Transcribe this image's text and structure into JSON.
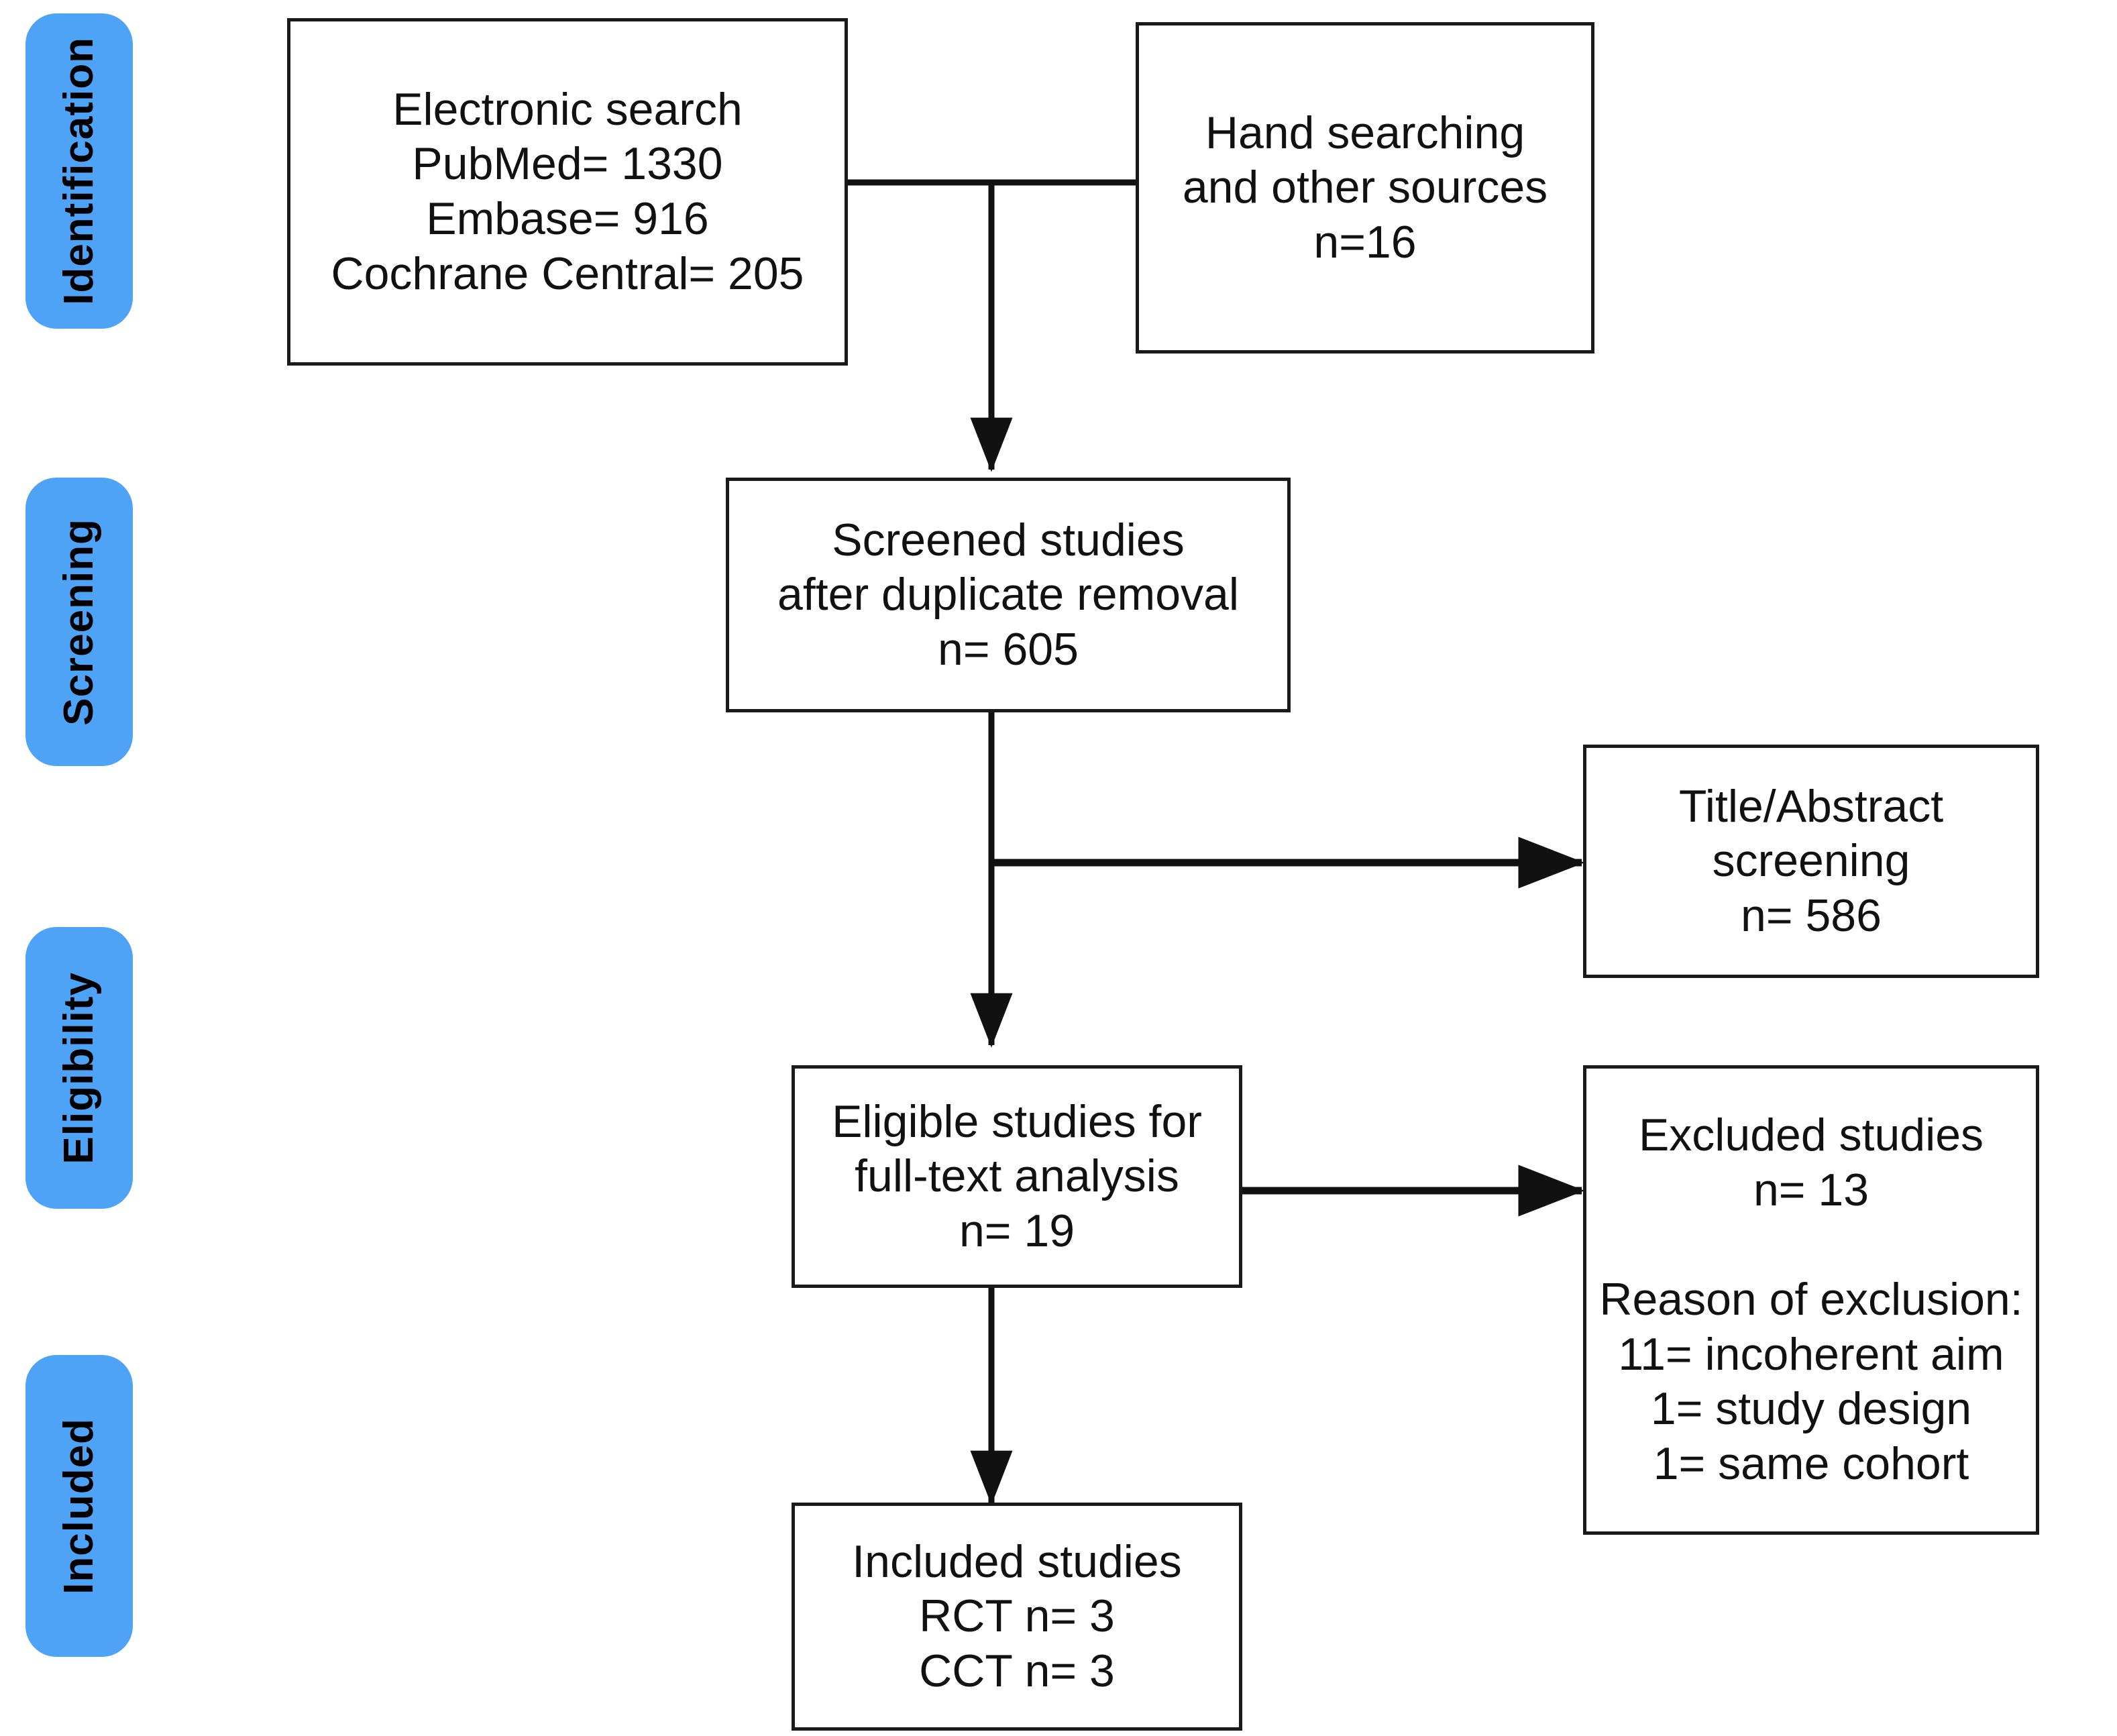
{
  "diagram": {
    "title": "PRISMA study selection flow diagram",
    "accent_color": "#4fa3f7",
    "line_color": "#1a1a1a",
    "background_color": "#ffffff"
  },
  "stages": [
    {
      "id": "identification",
      "label": "Identification"
    },
    {
      "id": "screening",
      "label": "Screening"
    },
    {
      "id": "eligibility",
      "label": "Eligibility"
    },
    {
      "id": "included",
      "label": "Included"
    }
  ],
  "boxes": {
    "electronic_search": {
      "title": "Electronic search",
      "lines": [
        "Electronic search",
        "PubMed= 1330",
        "Embase= 916",
        "Cochrane Central= 205"
      ],
      "text": "Electronic search\nPubMed= 1330\nEmbase= 916\nCochrane Central= 205"
    },
    "hand_search": {
      "title": "Hand searching and other sources",
      "lines": [
        "Hand searching",
        "and other sources",
        "n=16"
      ],
      "text": "Hand searching\nand other sources\nn=16"
    },
    "screened": {
      "title": "Screened studies after duplicate removal",
      "lines": [
        "Screened studies",
        "after duplicate removal",
        "n= 605"
      ],
      "text": "Screened studies\nafter duplicate removal\nn= 605"
    },
    "title_abstract": {
      "title": "Title/Abstract screening",
      "lines": [
        "Title/Abstract",
        "screening",
        "n= 586"
      ],
      "text": "Title/Abstract\nscreening\nn= 586"
    },
    "eligible": {
      "title": "Eligible studies for full-text analysis",
      "lines": [
        "Eligible studies for",
        "full-text analysis",
        "n= 19"
      ],
      "text": "Eligible studies for\nfull-text analysis\nn= 19"
    },
    "excluded": {
      "title": "Excluded studies",
      "lines": [
        "Excluded studies",
        "n= 13",
        "",
        "Reason of exclusion:",
        "11= incoherent aim",
        "1= study design",
        "1= same cohort"
      ],
      "text": "Excluded studies\nn= 13\n\nReason of exclusion:\n11= incoherent aim\n1= study design\n1= same cohort"
    },
    "included_studies": {
      "title": "Included studies",
      "lines": [
        "Included studies",
        "RCT n= 3",
        "CCT n= 3"
      ],
      "text": "Included studies\nRCT n= 3\nCCT n= 3"
    }
  },
  "counts": {
    "pubmed": 1330,
    "embase": 916,
    "cochrane_central": 205,
    "hand_searching": 16,
    "screened_after_duplicates": 605,
    "title_abstract_screened_out": 586,
    "eligible_full_text": 19,
    "excluded_full_text": 13,
    "excluded_incoherent_aim": 11,
    "excluded_study_design": 1,
    "excluded_same_cohort": 1,
    "included_rct": 3,
    "included_cct": 3
  },
  "connectors": [
    {
      "id": "search-join",
      "from": "electronic_search",
      "to": "hand_search",
      "kind": "horizontal-join"
    },
    {
      "id": "to-screened",
      "from": "search-join",
      "to": "screened",
      "kind": "arrow-down"
    },
    {
      "id": "to-title-abstract",
      "from": "screened",
      "to": "title_abstract",
      "kind": "arrow-right"
    },
    {
      "id": "to-eligible",
      "from": "screened",
      "to": "eligible",
      "kind": "arrow-down"
    },
    {
      "id": "to-excluded",
      "from": "eligible",
      "to": "excluded",
      "kind": "arrow-right"
    },
    {
      "id": "to-included",
      "from": "eligible",
      "to": "included_studies",
      "kind": "arrow-down"
    }
  ]
}
